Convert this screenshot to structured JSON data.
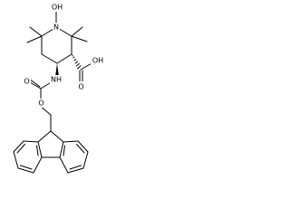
{
  "molecule": {
    "labels": {
      "oh": "OH",
      "n": "N",
      "oh_acid": "OH",
      "o_acid": "O",
      "nh": "NH",
      "o_carbamate": "O",
      "o_ester": "O"
    },
    "colors": {
      "ink": "#000000",
      "background": "#ffffff"
    }
  }
}
